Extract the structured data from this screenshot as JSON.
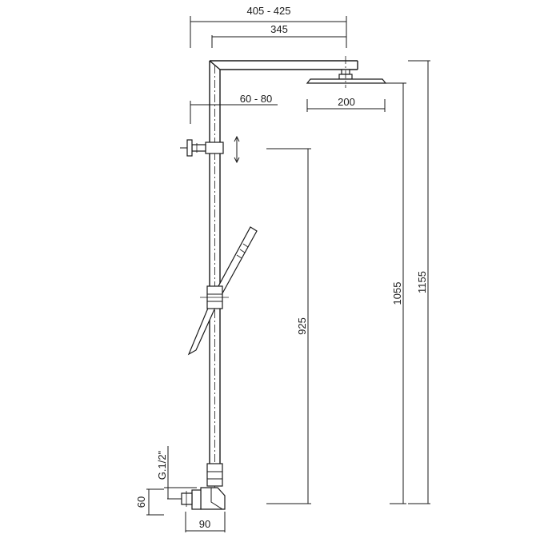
{
  "dimensions": {
    "arm_projection": "405 - 425",
    "arm_reach": "345",
    "wall_offset": "60 - 80",
    "head_diameter": "200",
    "total_height": "1155",
    "head_height": "1055",
    "slider_travel": "925",
    "thread_size": "G.1/2\"",
    "inlet_height": "60",
    "inlet_width": "90"
  },
  "colors": {
    "line": "#1a1a1a",
    "background": "#ffffff"
  }
}
